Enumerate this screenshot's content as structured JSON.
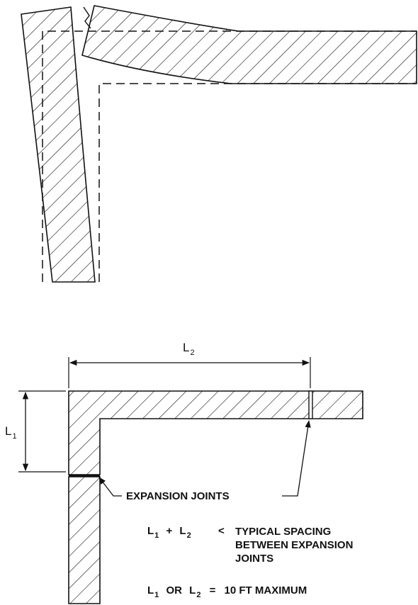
{
  "labels": {
    "l2_dimension": "L",
    "l2_sub": "2",
    "l1_dimension": "L",
    "l1_sub": "1",
    "expansion_joints": "EXPANSION JOINTS"
  },
  "formula1": {
    "lhs_a": "L",
    "lhs_a_sub": "1",
    "plus": "+",
    "lhs_b": "L",
    "lhs_b_sub": "2",
    "operator": "<",
    "lines": [
      "TYPICAL SPACING",
      "BETWEEN EXPANSION",
      "JOINTS"
    ]
  },
  "formula2": {
    "lhs_a": "L",
    "lhs_a_sub": "1",
    "or_text": "OR",
    "lhs_b": "L",
    "lhs_b_sub": "2",
    "equals": "=",
    "rhs": "10 FT MAXIMUM"
  },
  "colors": {
    "ink": "#111111",
    "background": "#ffffff"
  }
}
